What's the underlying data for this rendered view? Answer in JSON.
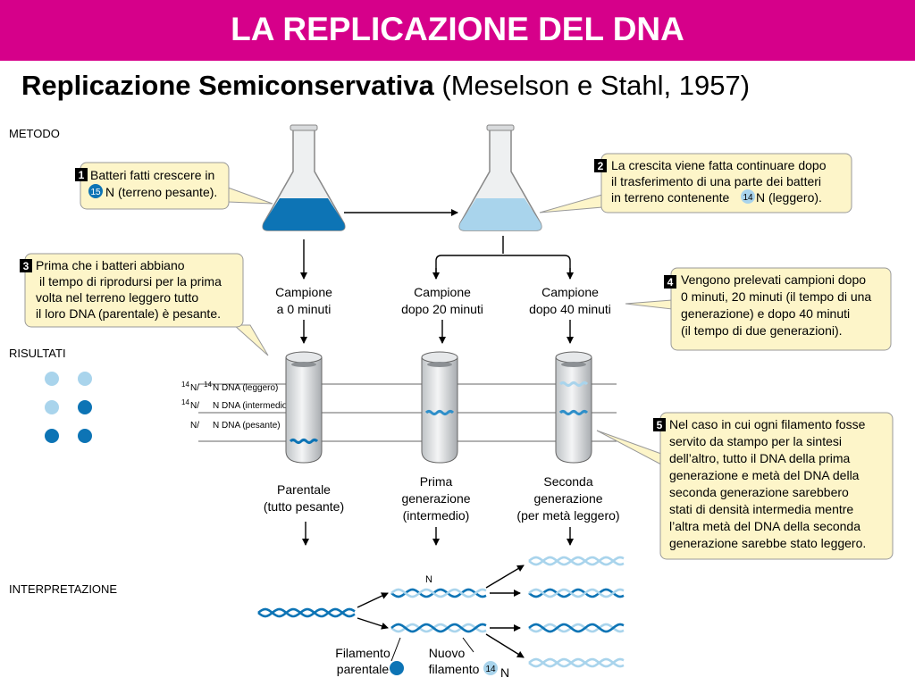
{
  "header": {
    "title": "LA REPLICAZIONE DEL DNA",
    "subtitle_bold": "Replicazione Semiconservativa",
    "subtitle_rest": " (Meselson e Stahl, 1957)"
  },
  "sections": {
    "metodo": "METODO",
    "risultati": "RISULTATI",
    "interpretazione": "INTERPRETAZIONE"
  },
  "steps": [
    {
      "num": "1",
      "lines": [
        "Batteri fatti crescere in",
        "N (terreno pesante)."
      ],
      "iso": "15"
    },
    {
      "num": "2",
      "lines": [
        "La crescita viene fatta continuare dopo",
        "il trasferimento di una parte dei batteri",
        "in terreno contenente",
        "N (leggero)."
      ],
      "iso": "14"
    },
    {
      "num": "3",
      "lines": [
        "Prima che i batteri abbiano",
        "il tempo di riprodursi per la prima",
        "volta nel terreno leggero tutto",
        "il loro DNA (parentale) è pesante."
      ]
    },
    {
      "num": "4",
      "lines": [
        "Vengono prelevati campioni dopo",
        "0 minuti, 20 minuti (il tempo di una",
        "generazione) e dopo 40 minuti",
        "(il tempo di due generazioni)."
      ]
    },
    {
      "num": "5",
      "lines": [
        "Nel caso in cui ogni filamento fosse",
        "servito da stampo per la sintesi",
        "dell’altro, tutto il DNA della prima",
        "generazione e metà del DNA della",
        "seconda generazione sarebbero",
        "stati di densità intermedia mentre",
        "l’altra metà del DNA della seconda",
        "generazione sarebbe stato leggero."
      ]
    }
  ],
  "samples": [
    {
      "lines": [
        "Campione",
        "a 0 minuti"
      ]
    },
    {
      "lines": [
        "Campione",
        "dopo 20 minuti"
      ]
    },
    {
      "lines": [
        "Campione",
        "dopo 40 minuti"
      ]
    }
  ],
  "results": [
    {
      "lines": [
        "Parentale",
        "(tutto pesante)"
      ]
    },
    {
      "lines": [
        "Prima",
        "generazione",
        "(intermedio)"
      ]
    },
    {
      "lines": [
        "Seconda",
        "generazione",
        "(per metà leggero)"
      ]
    }
  ],
  "bands": {
    "light": {
      "sup_a": "14",
      "a": "N/",
      "sup_b": "14",
      "b": "N DNA (leggero)"
    },
    "intermediate": {
      "sup_a": "14",
      "a": "N/",
      "b": "N DNA (intermedio)"
    },
    "heavy": {
      "a": "N/",
      "b": "N DNA (pesante)"
    }
  },
  "interpretation": {
    "n_label": "N",
    "parental_strand": "Filamento",
    "parental_strand2": "parentale",
    "new_strand": "Nuovo",
    "new_strand2": "filamento",
    "new_iso": "14",
    "new_n": "N"
  },
  "colors": {
    "banner": "#d6008a",
    "callout_fill": "#fdf5c9",
    "heavy_blue": "#0d74b5",
    "light_blue": "#a9d4ec",
    "mid_blue": "#2f8fc9"
  }
}
